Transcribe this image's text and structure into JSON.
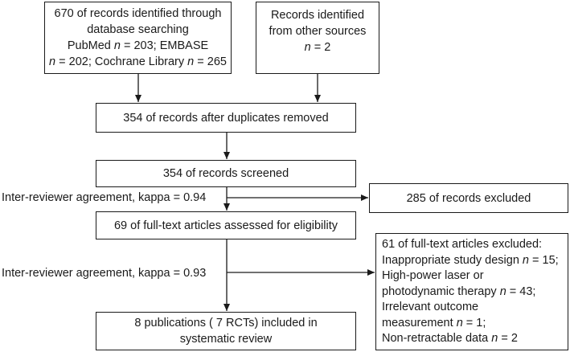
{
  "boxes": {
    "identified_db": {
      "lines": [
        "670 of records identified through",
        "database searching"
      ],
      "line3_a": "PubMed ",
      "line3_n": "n",
      "line3_b": " = 203; EMBASE",
      "line4_n": "n",
      "line4_b": " = 202; Cochrane Library ",
      "line4_n2": "n",
      "line4_c": " = 265"
    },
    "identified_other": {
      "lines": [
        "Records identified",
        "from other sources"
      ],
      "n_label": "n",
      "n_value": " = 2"
    },
    "after_duplicates": "354 of records after duplicates removed",
    "screened": "354 of records screened",
    "excluded": "285 of records excluded",
    "full_text_assessed": "69 of full-text articles assessed for eligibility",
    "full_text_excluded": {
      "title": "61 of full-text articles excluded:",
      "l1_a": "Inappropriate study design ",
      "l1_n": "n",
      "l1_b": " = 15;",
      "l2": "High-power laser or",
      "l3_a": "photodynamic therapy ",
      "l3_n": "n",
      "l3_b": " = 43;",
      "l4": "Irrelevant outcome",
      "l5_a": "measurement ",
      "l5_n": "n",
      "l5_b": " = 1;",
      "l6_a": "Non-retractable data ",
      "l6_n": "n",
      "l6_b": " = 2"
    },
    "included": [
      "8 publications ( 7 RCTs) included in",
      "systematic review"
    ]
  },
  "labels": {
    "kappa_1": "Inter-reviewer agreement, kappa = 0.94",
    "kappa_2": "Inter-reviewer agreement, kappa = 0.93"
  }
}
